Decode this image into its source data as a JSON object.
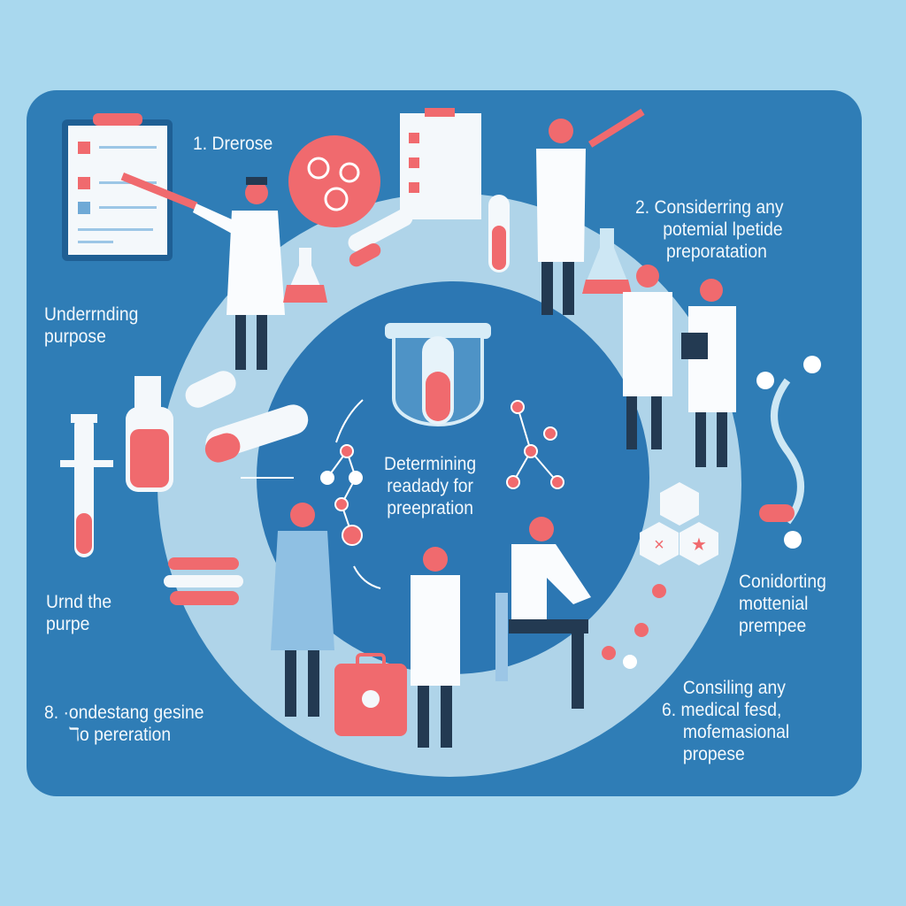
{
  "colors": {
    "background": "#a9d8ee",
    "panel": "#2f7db6",
    "ring": "#c5e3f2",
    "accent": "#f06a6e",
    "coat": "#ffffff",
    "text": "#f2f8fc"
  },
  "labels": {
    "step1": {
      "number": "1.",
      "text": "Drerose"
    },
    "understanding": [
      "Underrnding",
      "purpose"
    ],
    "step2": {
      "number": "2.",
      "lines": [
        "Considerring any",
        "potemial lpetide",
        "preporatation"
      ]
    },
    "center": [
      "Determining",
      "readady for",
      "preepration"
    ],
    "urnd": [
      "Urnd the",
      "purpe"
    ],
    "step8": {
      "number": "8.",
      "lines": [
        "·ondestang gesine",
        "ℸo pereration"
      ]
    },
    "considering": [
      "Conidorting",
      "mottenial",
      "prempee"
    ],
    "step6": {
      "number": "6.",
      "lines": [
        "Consiling any",
        "medical fesd,",
        "mofemasional",
        "propese"
      ]
    }
  }
}
